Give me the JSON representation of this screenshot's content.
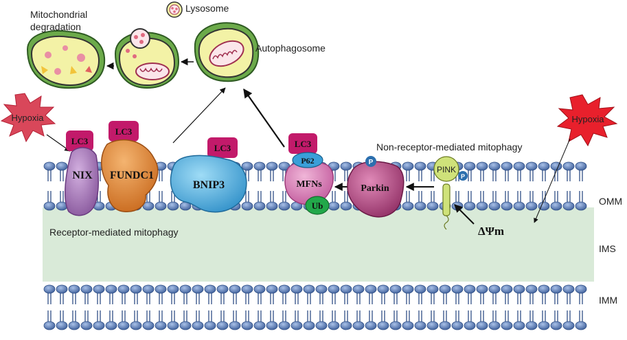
{
  "labels": {
    "mito_degradation_line1": "Mitochondrial",
    "mito_degradation_line2": "degradation",
    "lysosome": "Lysosome",
    "autophagosome": "Autophagosome",
    "hypoxia_left": "Hypoxia",
    "hypoxia_right": "Hypoxia",
    "receptor_mediated": "Receptor-mediated  mitophagy",
    "non_receptor_mediated": "Non-receptor-mediated  mitophagy",
    "omm": "OMM",
    "ims": "IMS",
    "imm": "IMM",
    "delta_psi": "ΔΨm"
  },
  "proteins": {
    "lc3_nix": "LC3",
    "lc3_fundc1": "LC3",
    "lc3_bnip3": "LC3",
    "lc3_p62": "LC3",
    "nix": "NIX",
    "fundc1": "FUNDC1",
    "bnip3": "BNIP3",
    "p62": "P62",
    "mfns": "MFNs",
    "ub": "Ub",
    "parkin": "Parkin",
    "parkin_p": "P",
    "pink": "PINK",
    "pink_p": "P"
  },
  "colors": {
    "ims_band": "#d9ead8",
    "lipid_head": "#5b7fb8",
    "lc3": "#c21a6a",
    "nix": "#a070b0",
    "fundc1": "#e08a3c",
    "bnip3": "#5fb8e4",
    "mfns": "#d77ab5",
    "ub": "#22a84a",
    "parkin": "#b84a84",
    "pink": "#cfe27a",
    "phospho": "#2c6fae",
    "hypoxia": "#e0283a",
    "mito_body": "#f3f2a6",
    "mito_rim": "#6caa4a"
  }
}
